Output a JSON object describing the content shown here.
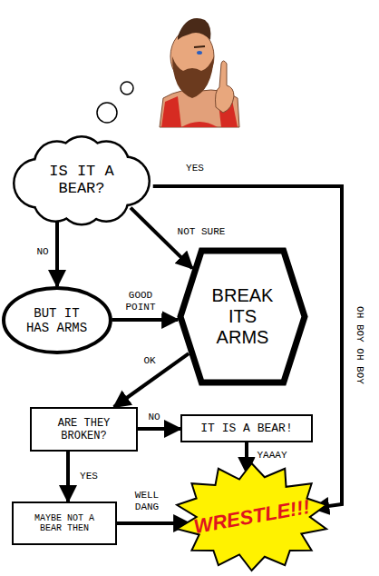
{
  "diagram": {
    "nodes": [
      {
        "text": [
          "IS IT A BEAR?"
        ]
      },
      {
        "text": [
          "BUT IT HAS ARMS"
        ]
      },
      {
        "text": [
          "BREAK ITS ARMS"
        ]
      },
      {
        "text": [
          "ARE THEY BROKEN?"
        ]
      },
      {
        "text": [
          "IT IS A BEAR!"
        ]
      },
      {
        "text": [
          "MAYBE NOT A BEAR THEN"
        ]
      },
      {
        "text": [
          "WRESTLE!!!"
        ]
      }
    ],
    "edges": [
      {
        "from": 0,
        "to": 6,
        "label": "YES",
        "arrow": "to"
      },
      {
        "from": 0,
        "to": 1,
        "label": "NO",
        "arrow": "to"
      },
      {
        "from": 0,
        "to": 2,
        "label": "NOT SURE",
        "arrow": "to"
      },
      {
        "from": 1,
        "to": 2,
        "label": "GOOD POINT",
        "arrow": "to"
      },
      {
        "from": 2,
        "to": 3,
        "label": "OK",
        "arrow": "to"
      },
      {
        "from": 3,
        "to": 4,
        "label": "NO",
        "arrow": "to"
      },
      {
        "from": 3,
        "to": 5,
        "label": "YES",
        "arrow": "to"
      },
      {
        "from": 4,
        "to": 6,
        "label": "YAAAY",
        "arrow": "to"
      },
      {
        "from": 5,
        "to": 6,
        "label": "WELL DANG",
        "arrow": "to"
      }
    ],
    "labels": [
      "OH BOY OH BOY"
    ]
  }
}
